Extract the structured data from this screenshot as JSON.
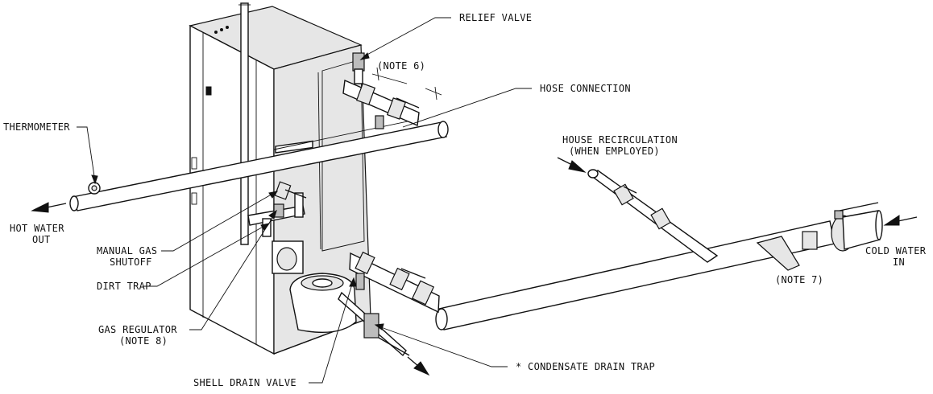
{
  "labels": {
    "relief_valve": "RELIEF VALVE",
    "note6": "(NOTE 6)",
    "hose_connection": "HOSE CONNECTION",
    "thermometer": "THERMOMETER",
    "house_recirc_1": "HOUSE RECIRCULATION",
    "house_recirc_2": "(WHEN EMPLOYED)",
    "hot_water_1": "HOT WATER",
    "hot_water_2": "OUT",
    "manual_gas_1": "MANUAL GAS",
    "manual_gas_2": "SHUTOFF",
    "dirt_trap": "DIRT TRAP",
    "gas_regulator_1": "GAS REGULATOR",
    "gas_regulator_2": "(NOTE 8)",
    "note7": "(NOTE 7)",
    "cold_water_1": "COLD WATER",
    "cold_water_2": "IN",
    "condensate": "* CONDENSATE DRAIN TRAP",
    "shell_drain": "SHELL DRAIN VALVE"
  }
}
